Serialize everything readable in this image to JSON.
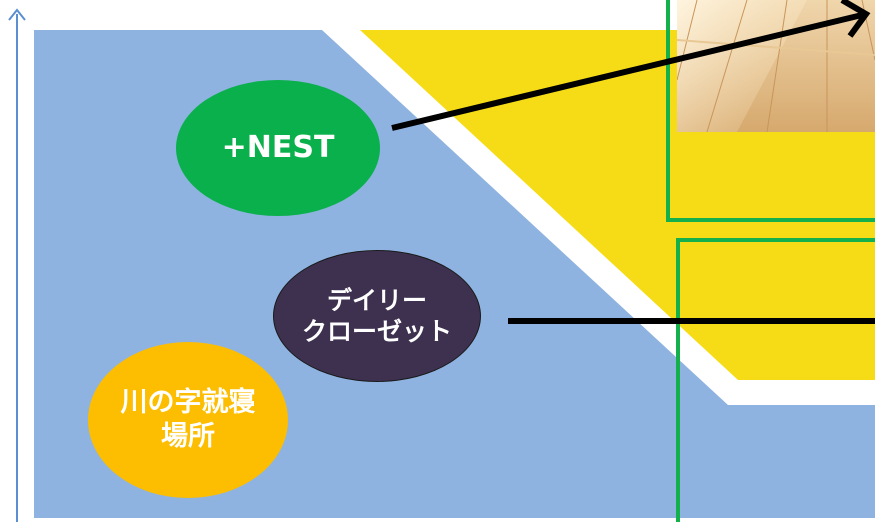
{
  "colors": {
    "blue_area": "#8eb3e1",
    "yellow_area": "#f6dc17",
    "green_frame": "#13b04b",
    "axis": "#5a8fd0",
    "nest_bubble": "#0ab04b",
    "daily_bubble": "#3e3150",
    "sleep_bubble": "#fdbd00",
    "arrow": "#000000"
  },
  "bubbles": {
    "nest": {
      "lines": [
        "+NEST"
      ]
    },
    "daily_closet": {
      "lines": [
        "デイリー",
        "クローゼット"
      ]
    },
    "sleep_place": {
      "lines": [
        "川の字就寝",
        "場所"
      ]
    }
  },
  "photo": {
    "subject": "wooden floor room"
  },
  "icons": [
    "vertical-axis-arrow-icon",
    "pointer-arrow-icon",
    "pointer-line-icon"
  ]
}
